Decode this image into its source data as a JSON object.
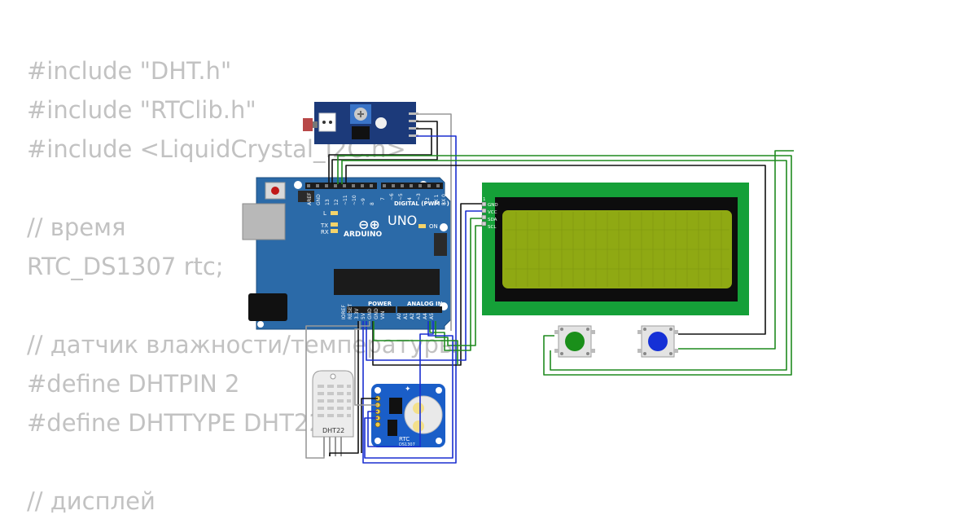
{
  "code_lines": [
    "#include \"DHT.h\"",
    "#include \"RTClib.h\"",
    "#include <LiquidCrystal_I2C.h>",
    "",
    "// время",
    "RTC_DS1307 rtc;",
    "",
    "",
    "// датчик влажности/температуры",
    "#define DHTPIN 2",
    "#define DHTTYPE DHT22",
    "",
    "// дисплей"
  ],
  "arduino": {
    "model": "UNO",
    "brand": "ARDUINO",
    "digital_label": "DIGITAL (PWM ~)",
    "power_label": "POWER",
    "analog_label": "ANALOG IN",
    "on_label": "ON",
    "tx_label": "TX",
    "rx_label": "RX",
    "l_label": "L",
    "power_pins": [
      "IOREF",
      "RESET",
      "3.3V",
      "5V",
      "GND",
      "GND",
      "VIN"
    ],
    "analog_pins": [
      "A0",
      "A1",
      "A2",
      "A3",
      "A4",
      "A5"
    ],
    "digital_pins": [
      "AREF",
      "GND",
      "13",
      "12",
      "~11",
      "~10",
      "~9",
      "8",
      "7",
      "~6",
      "~5",
      "4",
      "~3",
      "2",
      "TX 1",
      "RX 0"
    ]
  },
  "lcd": {
    "pins": [
      "GND",
      "VCC",
      "SDA",
      "SCL"
    ],
    "pin1": "1",
    "color": "#8fa913"
  },
  "dht": {
    "label": "DHT22"
  },
  "rtc": {
    "label": "RTC",
    "sublabel": "DS1307"
  },
  "buttons": [
    {
      "color": "#1a8f1a"
    },
    {
      "color": "#1530d6"
    }
  ],
  "colors": {
    "wire_green": "#1f8a1f",
    "wire_black": "#111111",
    "wire_blue": "#1a2fd0",
    "wire_gray": "#999999",
    "arduino_board": "#2b6aa8",
    "lcd_pcb": "#15a038"
  }
}
